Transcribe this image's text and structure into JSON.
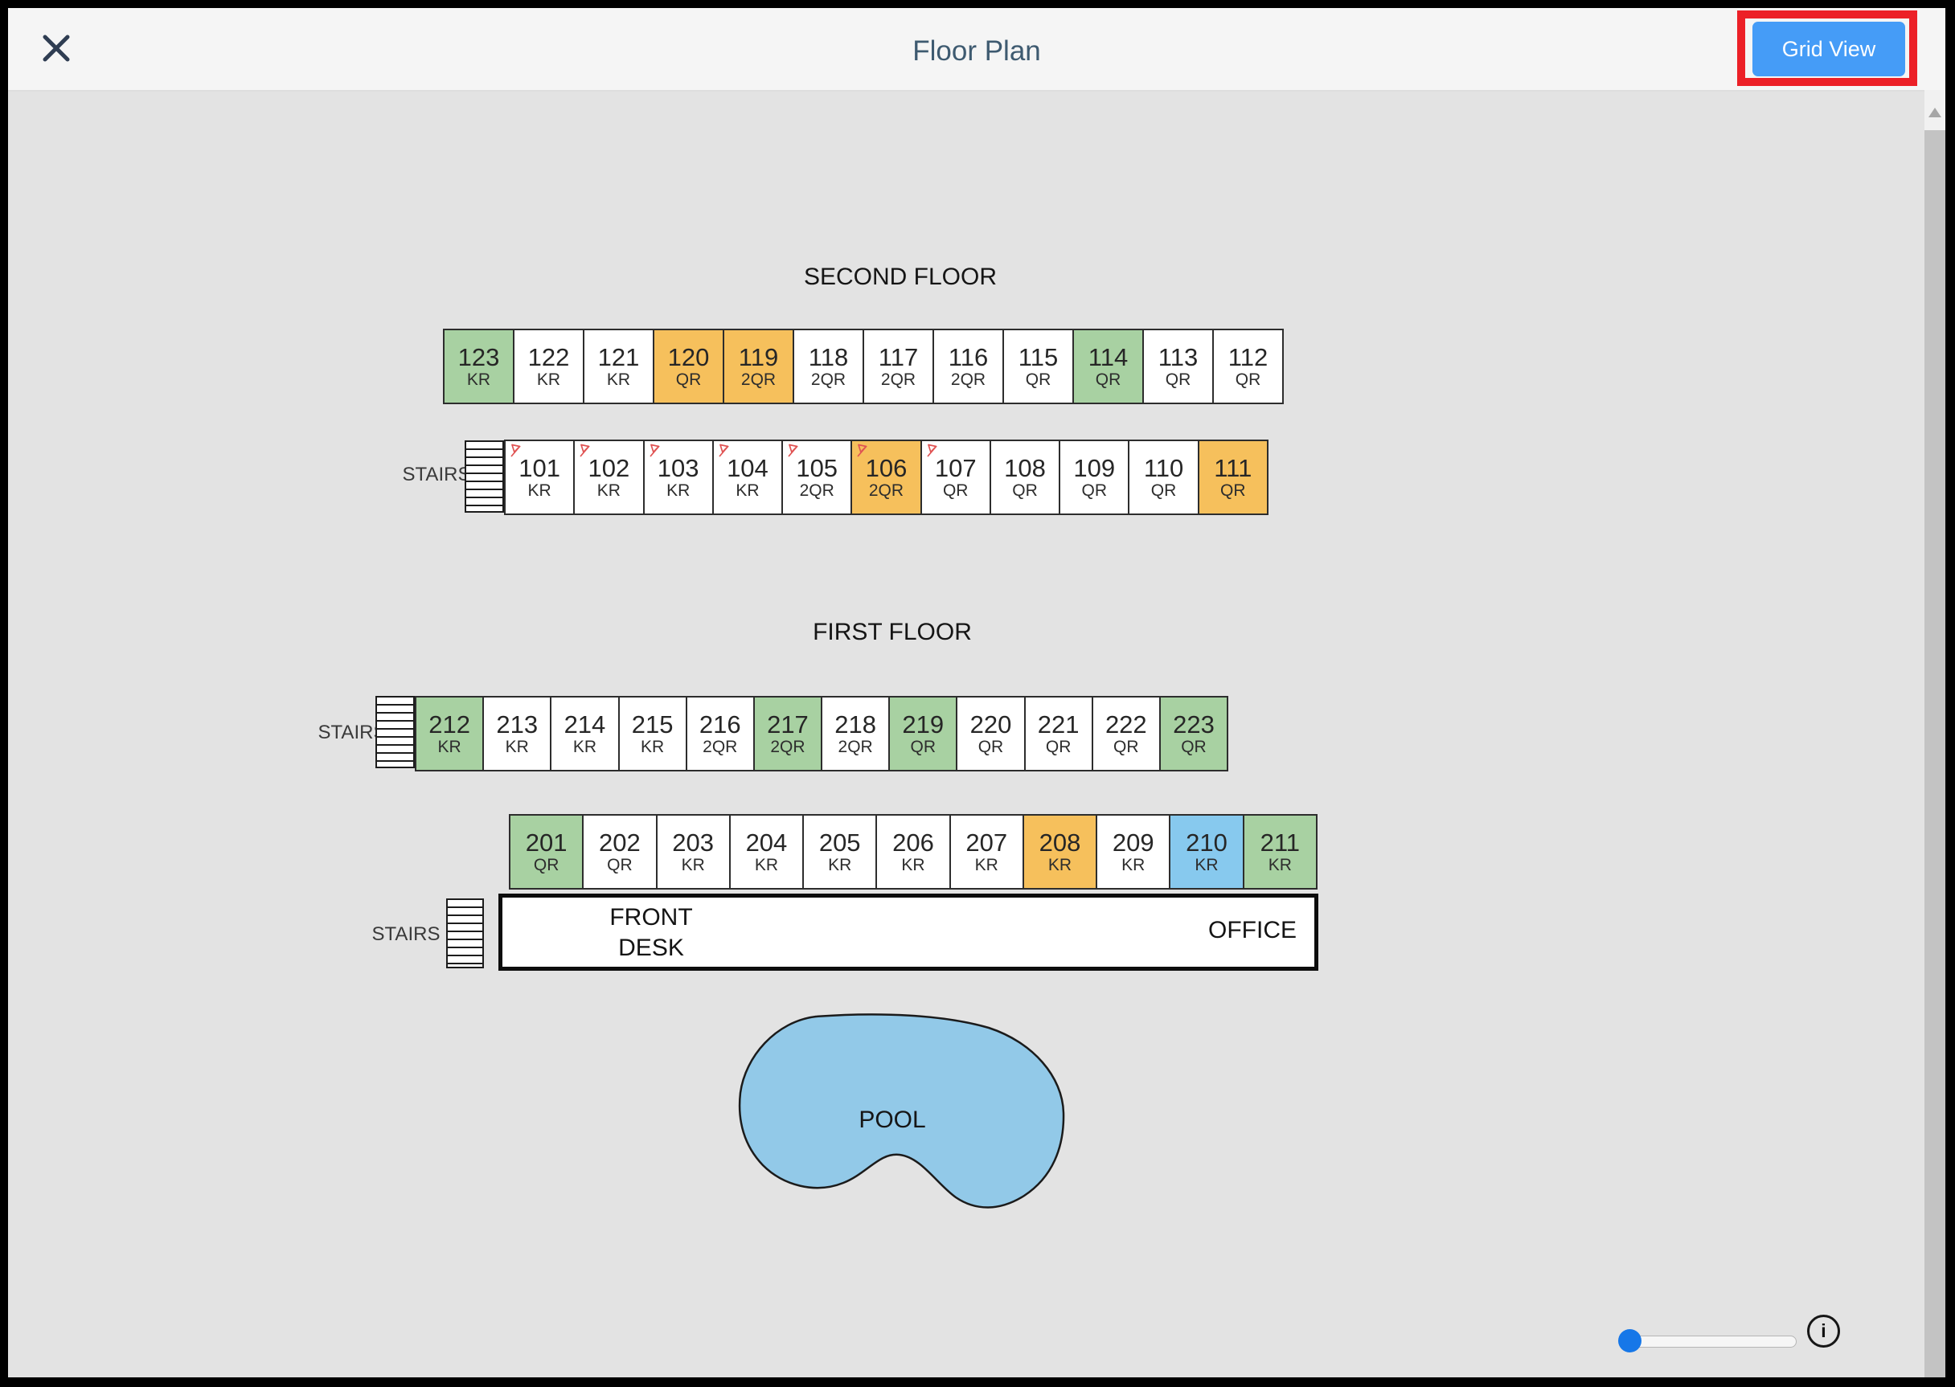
{
  "header": {
    "title": "Floor Plan",
    "grid_view_button": "Grid View"
  },
  "colors": {
    "green": "#a8d1a2",
    "orange": "#f6c05c",
    "blue": "#87c9ee",
    "white": "#ffffff",
    "accent": "#459cf7",
    "annotation": "#ec2027",
    "flag": "#e05353",
    "pool_fill": "#92c9e8",
    "slider": "#1677e8"
  },
  "floor_plan": {
    "floor_labels": [
      "SECOND FLOOR",
      "FIRST FLOOR"
    ],
    "stairs_label": "STAIRS",
    "rows": [
      {
        "name": "second-floor-top",
        "rooms": [
          {
            "number": "123",
            "type": "KR",
            "color": "green",
            "flag": false
          },
          {
            "number": "122",
            "type": "KR",
            "color": "white",
            "flag": false
          },
          {
            "number": "121",
            "type": "KR",
            "color": "white",
            "flag": false
          },
          {
            "number": "120",
            "type": "QR",
            "color": "orange",
            "flag": false
          },
          {
            "number": "119",
            "type": "2QR",
            "color": "orange",
            "flag": false
          },
          {
            "number": "118",
            "type": "2QR",
            "color": "white",
            "flag": false
          },
          {
            "number": "117",
            "type": "2QR",
            "color": "white",
            "flag": false
          },
          {
            "number": "116",
            "type": "2QR",
            "color": "white",
            "flag": false
          },
          {
            "number": "115",
            "type": "QR",
            "color": "white",
            "flag": false
          },
          {
            "number": "114",
            "type": "QR",
            "color": "green",
            "flag": false
          },
          {
            "number": "113",
            "type": "QR",
            "color": "white",
            "flag": false
          },
          {
            "number": "112",
            "type": "QR",
            "color": "white",
            "flag": false
          }
        ]
      },
      {
        "name": "second-floor-bottom",
        "rooms": [
          {
            "number": "101",
            "type": "KR",
            "color": "white",
            "flag": true
          },
          {
            "number": "102",
            "type": "KR",
            "color": "white",
            "flag": true
          },
          {
            "number": "103",
            "type": "KR",
            "color": "white",
            "flag": true
          },
          {
            "number": "104",
            "type": "KR",
            "color": "white",
            "flag": true
          },
          {
            "number": "105",
            "type": "2QR",
            "color": "white",
            "flag": true
          },
          {
            "number": "106",
            "type": "2QR",
            "color": "orange",
            "flag": true
          },
          {
            "number": "107",
            "type": "QR",
            "color": "white",
            "flag": true
          },
          {
            "number": "108",
            "type": "QR",
            "color": "white",
            "flag": false
          },
          {
            "number": "109",
            "type": "QR",
            "color": "white",
            "flag": false
          },
          {
            "number": "110",
            "type": "QR",
            "color": "white",
            "flag": false
          },
          {
            "number": "111",
            "type": "QR",
            "color": "orange",
            "flag": false
          }
        ]
      },
      {
        "name": "first-floor-top",
        "rooms": [
          {
            "number": "212",
            "type": "KR",
            "color": "green",
            "flag": false
          },
          {
            "number": "213",
            "type": "KR",
            "color": "white",
            "flag": false
          },
          {
            "number": "214",
            "type": "KR",
            "color": "white",
            "flag": false
          },
          {
            "number": "215",
            "type": "KR",
            "color": "white",
            "flag": false
          },
          {
            "number": "216",
            "type": "2QR",
            "color": "white",
            "flag": false
          },
          {
            "number": "217",
            "type": "2QR",
            "color": "green",
            "flag": false
          },
          {
            "number": "218",
            "type": "2QR",
            "color": "white",
            "flag": false
          },
          {
            "number": "219",
            "type": "QR",
            "color": "green",
            "flag": false
          },
          {
            "number": "220",
            "type": "QR",
            "color": "white",
            "flag": false
          },
          {
            "number": "221",
            "type": "QR",
            "color": "white",
            "flag": false
          },
          {
            "number": "222",
            "type": "QR",
            "color": "white",
            "flag": false
          },
          {
            "number": "223",
            "type": "QR",
            "color": "green",
            "flag": false
          }
        ]
      },
      {
        "name": "first-floor-bottom",
        "rooms": [
          {
            "number": "201",
            "type": "QR",
            "color": "green",
            "flag": false
          },
          {
            "number": "202",
            "type": "QR",
            "color": "white",
            "flag": false
          },
          {
            "number": "203",
            "type": "KR",
            "color": "white",
            "flag": false
          },
          {
            "number": "204",
            "type": "KR",
            "color": "white",
            "flag": false
          },
          {
            "number": "205",
            "type": "KR",
            "color": "white",
            "flag": false
          },
          {
            "number": "206",
            "type": "KR",
            "color": "white",
            "flag": false
          },
          {
            "number": "207",
            "type": "KR",
            "color": "white",
            "flag": false
          },
          {
            "number": "208",
            "type": "KR",
            "color": "orange",
            "flag": false
          },
          {
            "number": "209",
            "type": "KR",
            "color": "white",
            "flag": false
          },
          {
            "number": "210",
            "type": "KR",
            "color": "blue",
            "flag": false
          },
          {
            "number": "211",
            "type": "KR",
            "color": "green",
            "flag": false
          }
        ]
      }
    ],
    "front_desk_line1": "FRONT",
    "front_desk_line2": "DESK",
    "office_label": "OFFICE",
    "pool_label": "POOL"
  }
}
